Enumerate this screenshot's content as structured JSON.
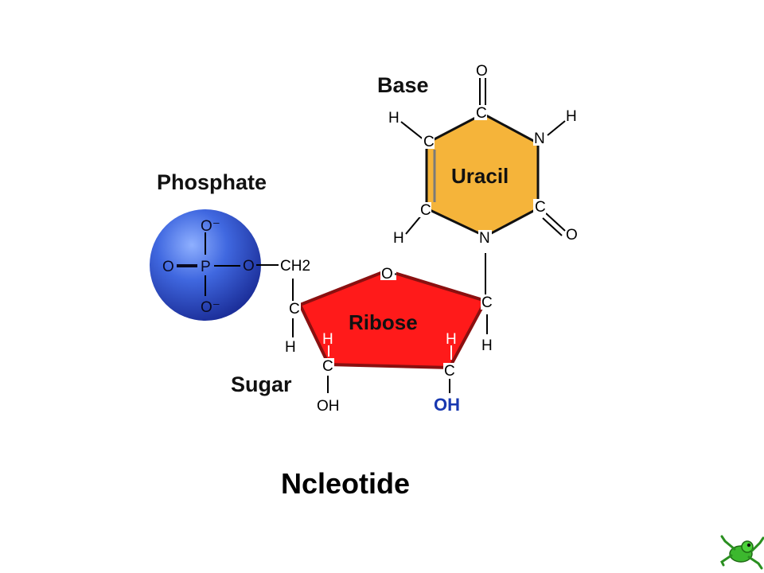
{
  "labels": {
    "base": "Base",
    "phosphate": "Phosphate",
    "sugar": "Sugar",
    "uracil": "Uracil",
    "ribose": "Ribose",
    "title": "Ncleotide"
  },
  "atoms": {
    "carbon": "C",
    "hydrogen": "H",
    "nitrogen": "N",
    "oxygen": "O",
    "phosphorus": "P",
    "oxygen_minus": "O⁻",
    "ch2": "CH2",
    "hydroxyl": "OH",
    "ring_oxygen": "O·"
  },
  "colors": {
    "phosphate_sphere": "#3a5fcd",
    "uracil_ring": "#f5b43a",
    "ribose_ring": "#ff1a1a",
    "ring_outline": "#8a1010",
    "blue_oh": "#1838b0",
    "frog_green": "#3cb82e"
  },
  "icons": {
    "logo": "frog-icon"
  }
}
